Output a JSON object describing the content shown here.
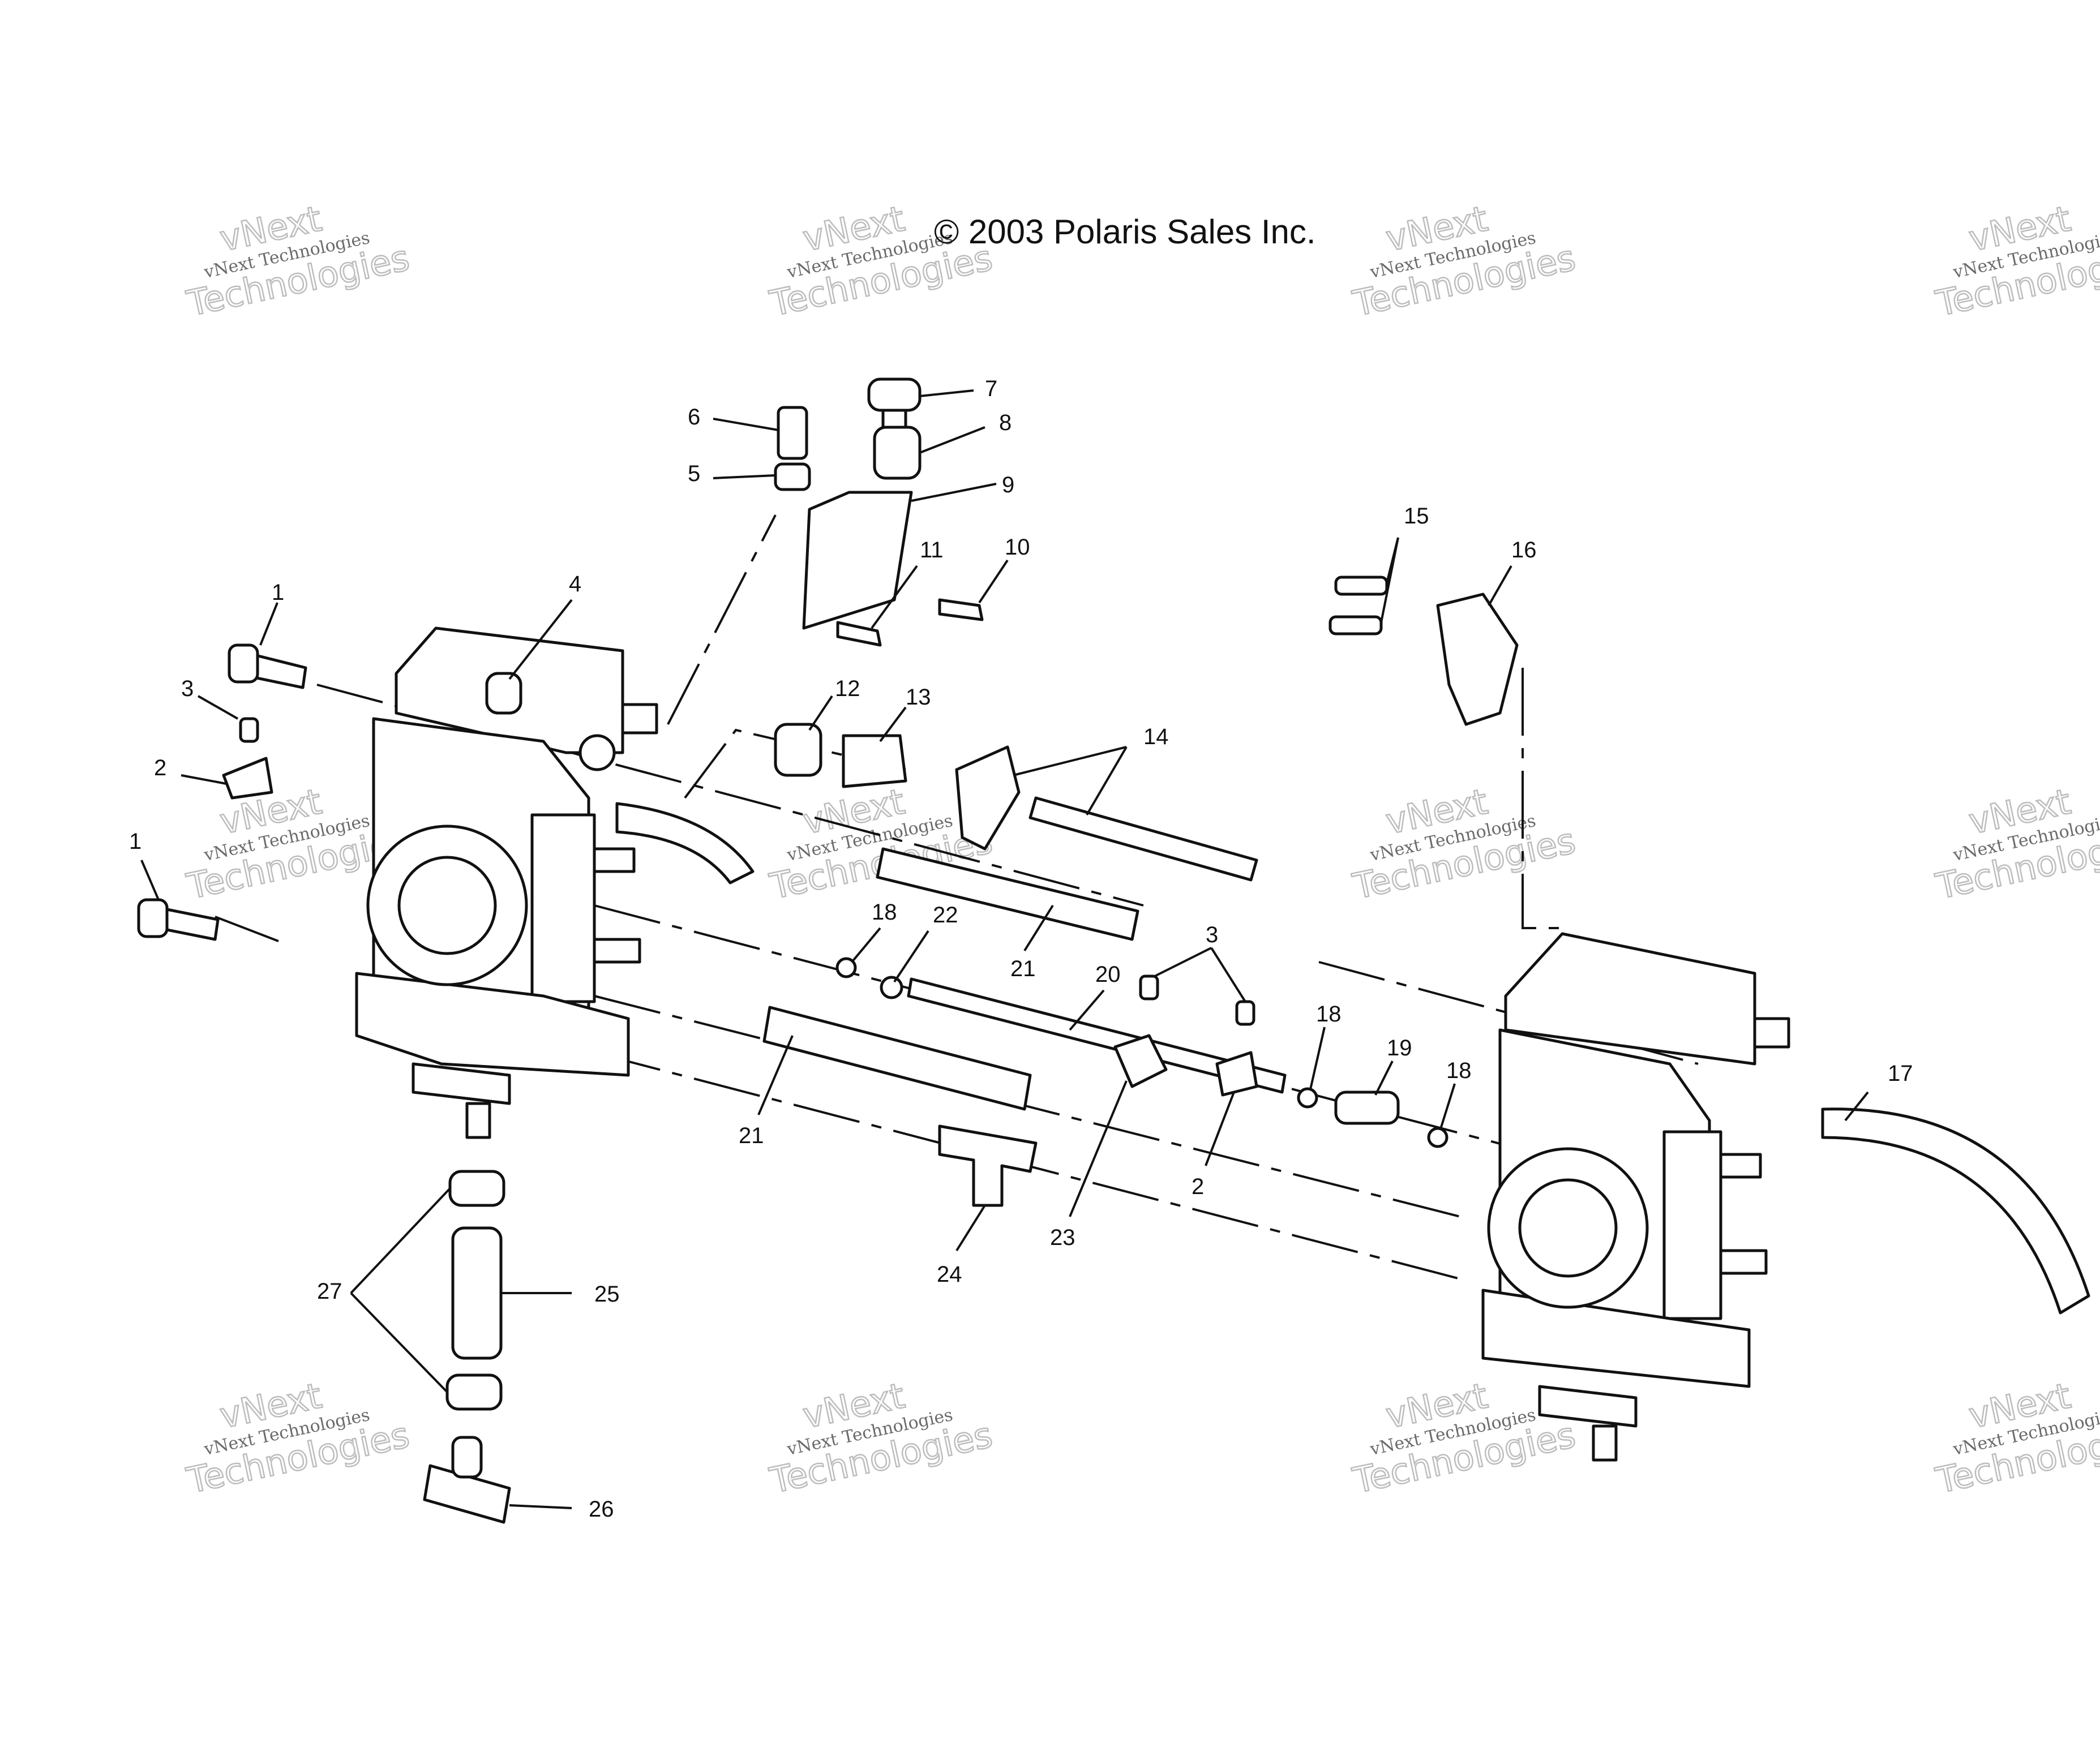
{
  "title": "© 2003 Polaris Sales Inc.",
  "watermark": {
    "line1": "vNext Technologies",
    "line2": "vNext",
    "line3": "Technologies"
  },
  "callouts": [
    "1",
    "1",
    "2",
    "2",
    "3",
    "3",
    "4",
    "5",
    "6",
    "7",
    "8",
    "9",
    "10",
    "11",
    "12",
    "13",
    "14",
    "15",
    "16",
    "17",
    "18",
    "18",
    "18",
    "19",
    "20",
    "21",
    "21",
    "22",
    "23",
    "24",
    "25",
    "26",
    "27"
  ],
  "colors": {
    "ink": "#111111",
    "watermark": "#bdbdbd",
    "background": "#ffffff"
  }
}
